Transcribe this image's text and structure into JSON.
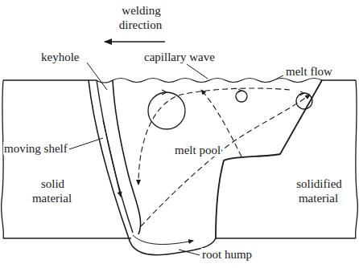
{
  "diagram": {
    "labels": [
      "welding direction",
      "keyhole",
      "capillary wave",
      "melt flow",
      "moving shelf",
      "melt pool",
      "solid material",
      "solidified material",
      "root hump"
    ]
  }
}
